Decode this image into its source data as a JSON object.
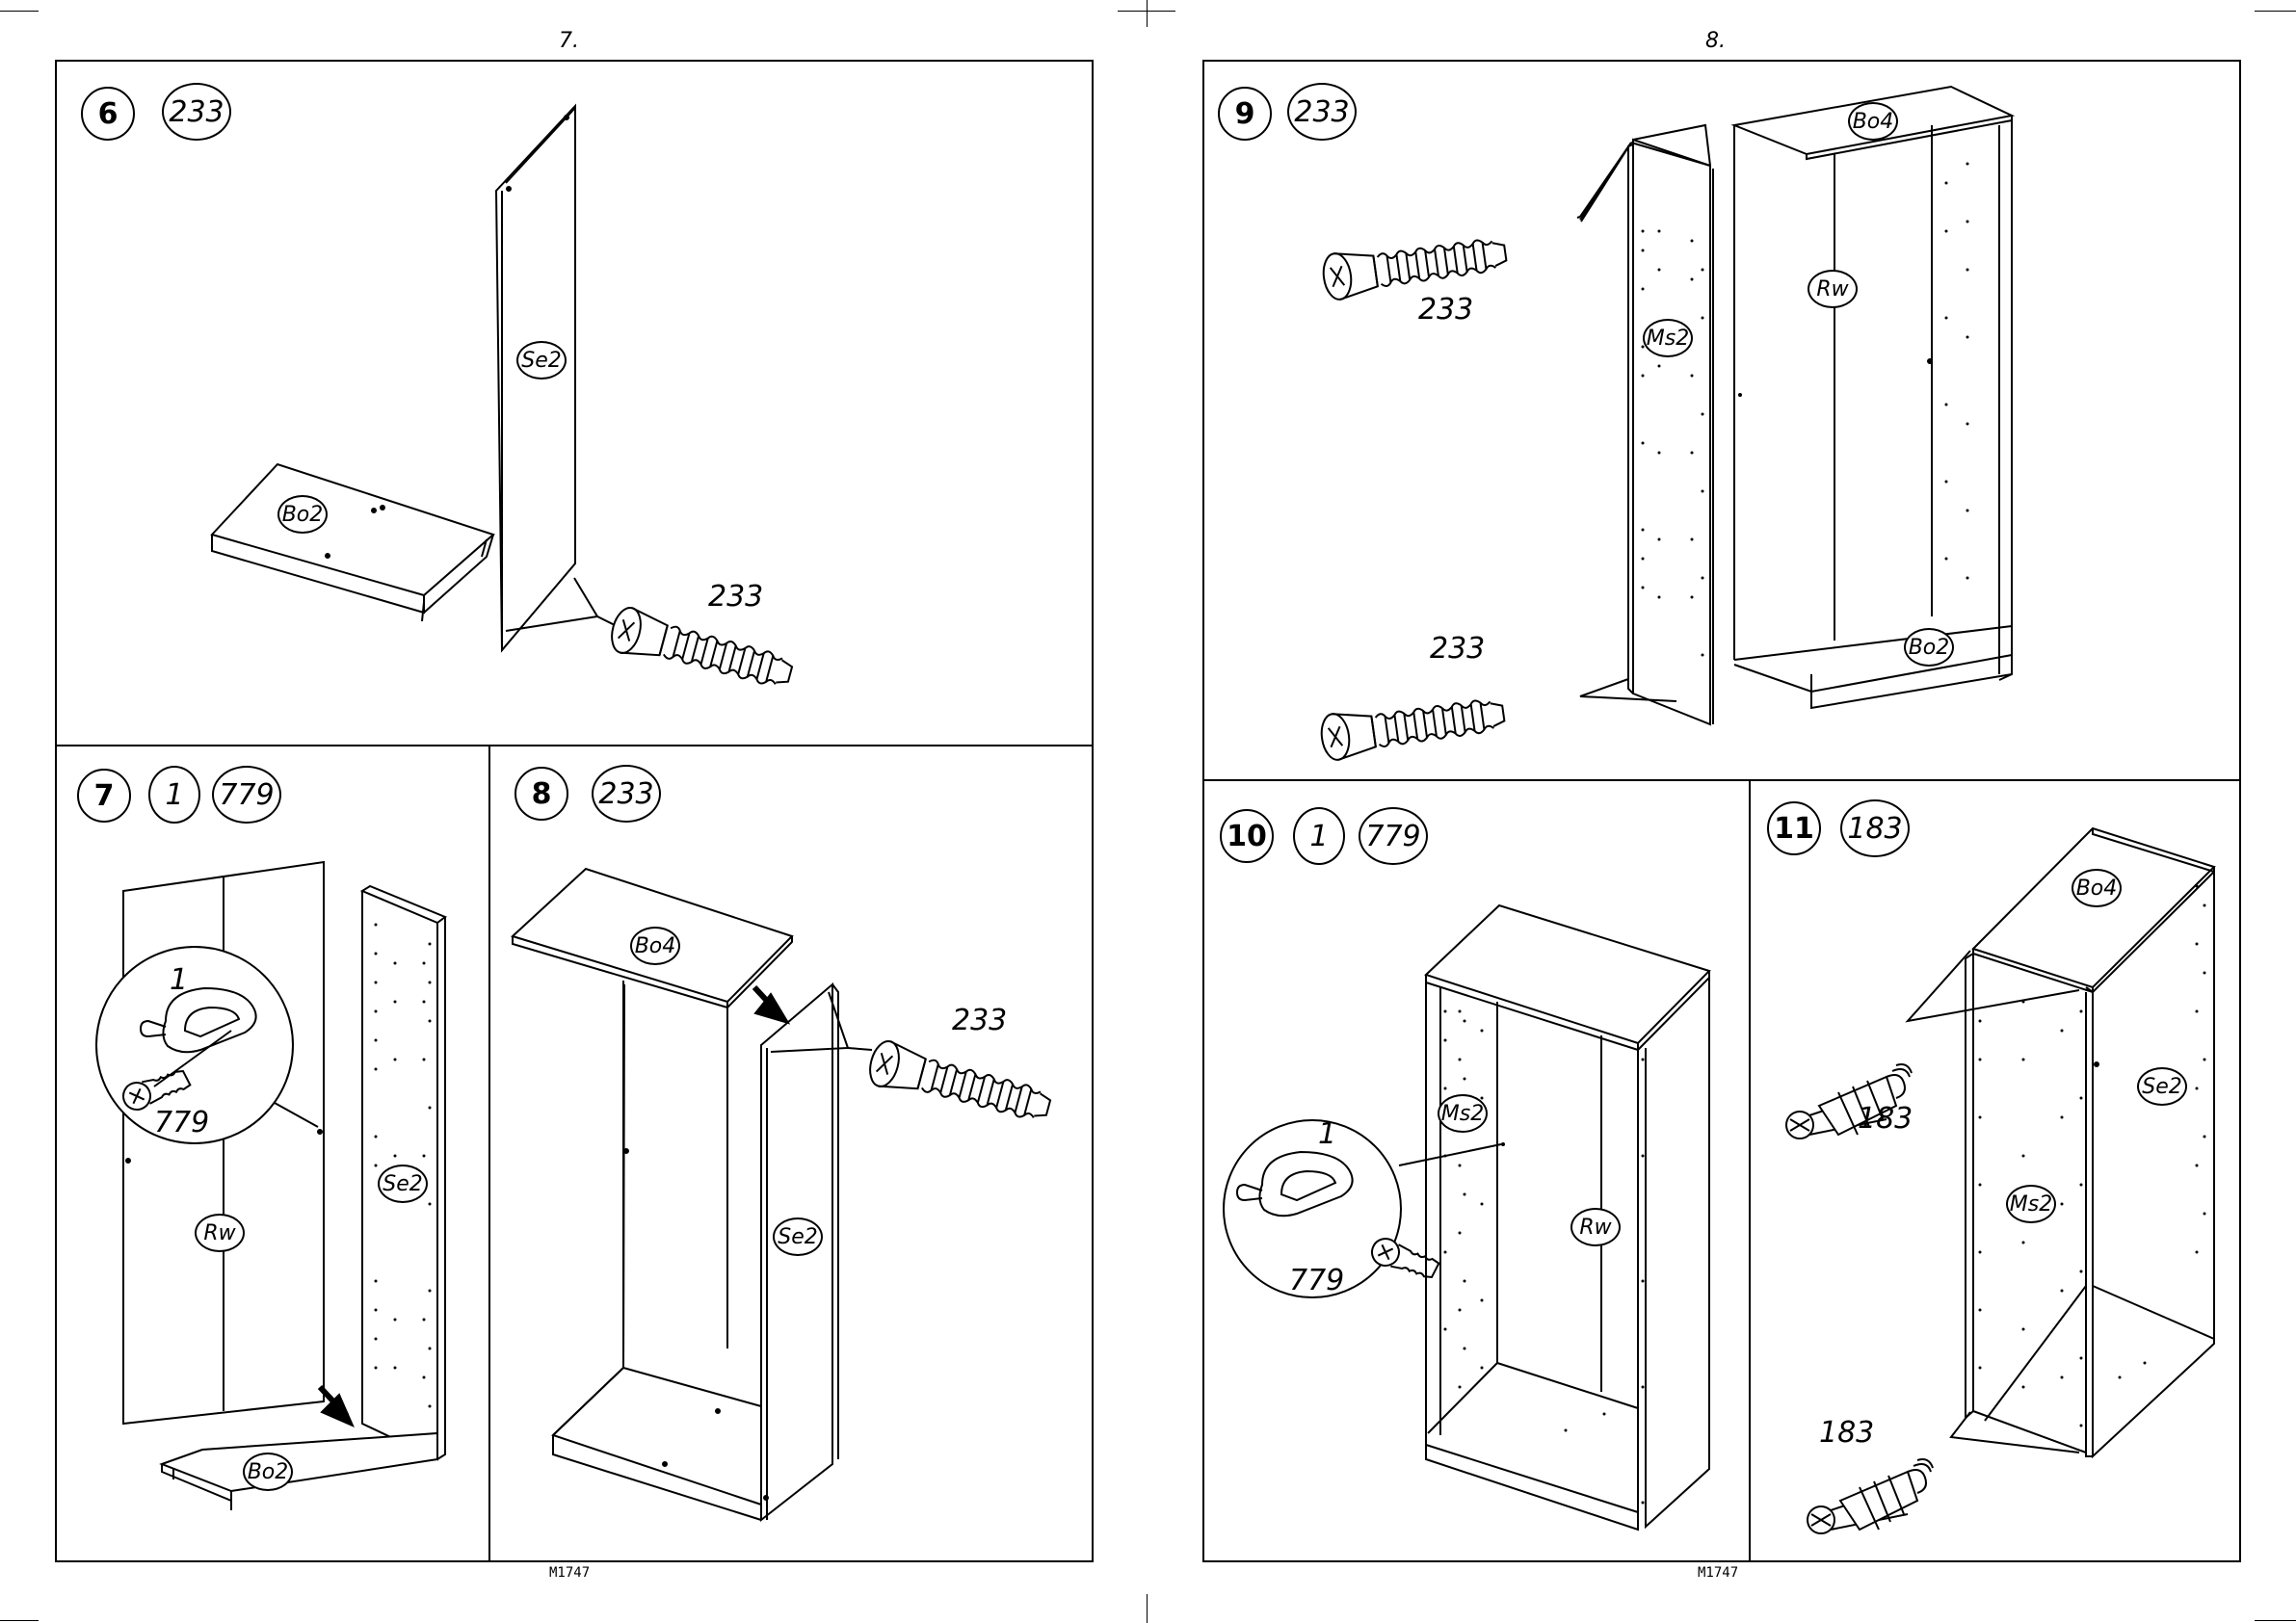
{
  "pages": [
    {
      "number": "7.",
      "code": "M1747"
    },
    {
      "number": "8.",
      "code": "M1747"
    }
  ],
  "steps": [
    {
      "step": "6",
      "counts": [
        "233"
      ]
    },
    {
      "step": "7",
      "counts": [
        "1",
        "779"
      ]
    },
    {
      "step": "8",
      "counts": [
        "233"
      ]
    },
    {
      "step": "9",
      "counts": [
        "233"
      ]
    },
    {
      "step": "10",
      "counts": [
        "1",
        "779"
      ]
    },
    {
      "step": "11",
      "counts": [
        "183"
      ]
    }
  ],
  "labels": {
    "s6": {
      "panel_side": "Se2",
      "panel_bottom": "Bo2",
      "screw": "233"
    },
    "s7": {
      "inset_num": "1",
      "inset_screw": "779",
      "back": "Rw",
      "side": "Se2",
      "bottom": "Bo2"
    },
    "s8": {
      "top": "Bo4",
      "side": "Se2",
      "screw": "233"
    },
    "s9": {
      "top": "Bo4",
      "back": "Rw",
      "middle": "Ms2",
      "bottom": "Bo2",
      "screw_top": "233",
      "screw_bottom": "233"
    },
    "s10": {
      "middle": "Ms2",
      "back": "Rw",
      "inset_num": "1",
      "inset_screw": "779"
    },
    "s11": {
      "top": "Bo4",
      "side": "Se2",
      "middle": "Ms2",
      "dowel_top": "183",
      "dowel_bottom": "183"
    }
  }
}
